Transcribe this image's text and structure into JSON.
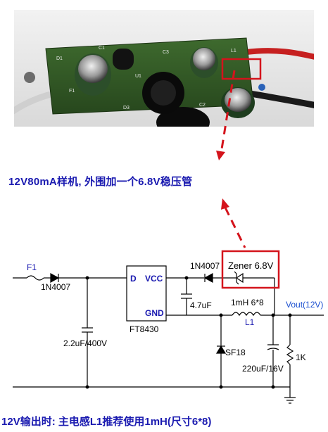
{
  "photo": {
    "silkscreen": [
      "C1",
      "C3",
      "C2",
      "U1",
      "F1",
      "D1",
      "D3",
      "L1"
    ]
  },
  "captions": {
    "top": "12V80mA样机, 外围加一个6.8V稳压管",
    "bottom": "12V输出时: 主电感L1推荐使用1mH(尺寸6*8)"
  },
  "schematic": {
    "fuse": "F1",
    "diode_in": "1N4007",
    "cap_in": "2.2uF/400V",
    "ic_name": "FT8430",
    "pin_d": "D",
    "pin_vcc": "VCC",
    "pin_gnd": "GND",
    "diode_vcc": "1N4007",
    "cap_vcc": "4.7uF",
    "zener": "Zener 6.8V",
    "inductor_value": "1mH  6*8",
    "inductor_name": "L1",
    "freewheel_diode": "SF18",
    "cap_out": "220uF/16V",
    "resistor": "1K",
    "vout": "Vout(12V)"
  },
  "colors": {
    "caption": "#1a1ab0",
    "highlight": "#d4141c",
    "wire": "#000000",
    "vout": "#1a4fd0"
  }
}
